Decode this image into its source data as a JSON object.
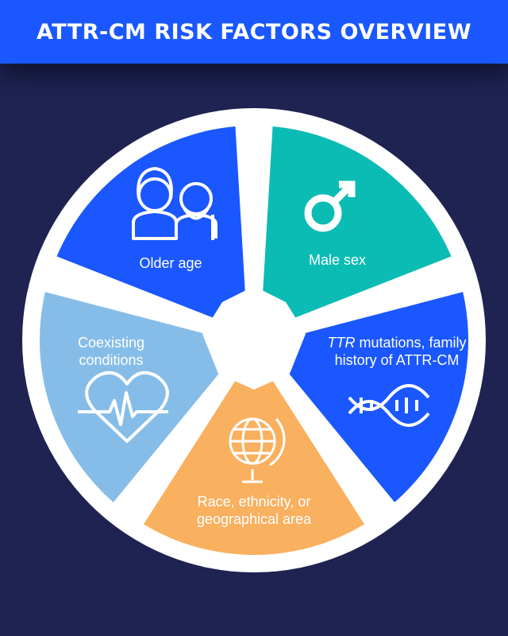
{
  "header": {
    "title": "ATTR-CM RISK FACTORS OVERVIEW"
  },
  "segments": [
    {
      "label": "Older age",
      "icon": "elderly-couple-icon",
      "color": "#1a57ff"
    },
    {
      "label": "Male sex",
      "icon": "male-symbol-icon",
      "color": "#0bbcb4"
    },
    {
      "label_italic": "TTR",
      "label": " mutations, family history of ATTR-CM",
      "icon": "dna-icon",
      "color": "#1a57ff"
    },
    {
      "label": "Race, ethnicity, or geographical area",
      "icon": "globe-icon",
      "color": "#f9b05f"
    },
    {
      "label": "Coexisting conditions",
      "icon": "heartbeat-icon",
      "color": "#86bde8"
    }
  ],
  "colors": {
    "background": "#1e2352",
    "header": "#1a57ff",
    "ring": "#ffffff"
  }
}
